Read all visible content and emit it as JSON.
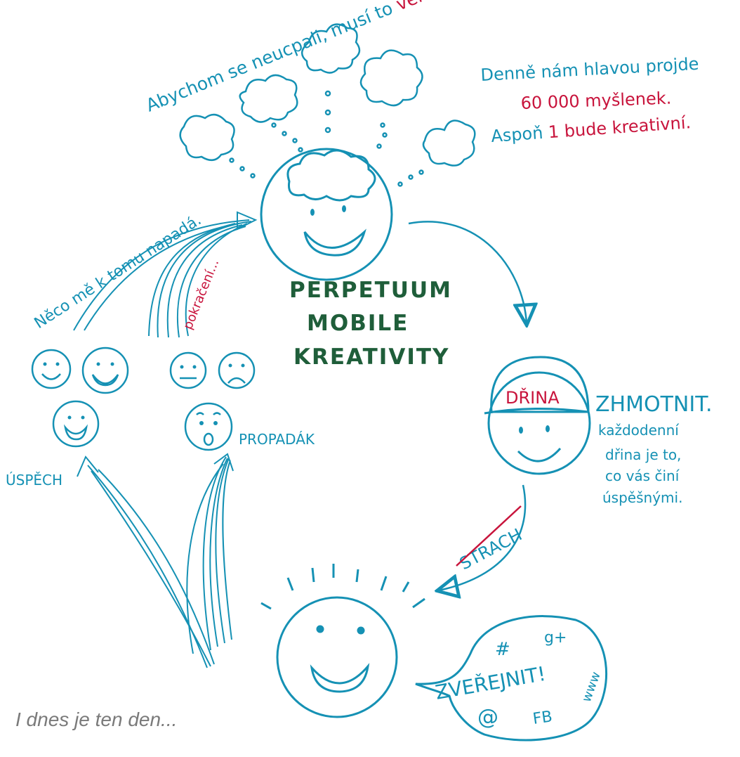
{
  "colors": {
    "ink_blue": "#1591b4",
    "ink_red": "#c8143c",
    "ink_green": "#1f5e3a",
    "caption_gray": "#7a7a7a"
  },
  "top_text": {
    "part1": "Abychom se neucpali, musí to ",
    "part2": "ven."
  },
  "thoughts": {
    "line1": "Denně nám hlavou projde",
    "count": "60 000 myšlenek.",
    "line3a": "Aspoň ",
    "line3b": "1 bude kreativní."
  },
  "center_title": [
    "PERPETUUM",
    "MOBILE",
    "KREATIVITY"
  ],
  "left_arrow_label": "Něco mě k tomu napadá.",
  "continuation_label": "pokračení...",
  "helmet_label": "DŘINA",
  "zhmotnit": {
    "title": "ZHMOTNIT.",
    "lines": [
      "každodenní",
      "dřina je to,",
      "co vás činí",
      "úspěšnými."
    ]
  },
  "crossed_word": "STRACH",
  "speech_bubble": {
    "main": "ZVEŘEJNIT!",
    "hash": "#",
    "gplus": "g+",
    "www": "www",
    "at": "@",
    "fb": "FB"
  },
  "outcomes": {
    "success": "ÚSPĚCH",
    "flop": "PROPADÁK"
  },
  "caption": "I dnes je ten den..."
}
